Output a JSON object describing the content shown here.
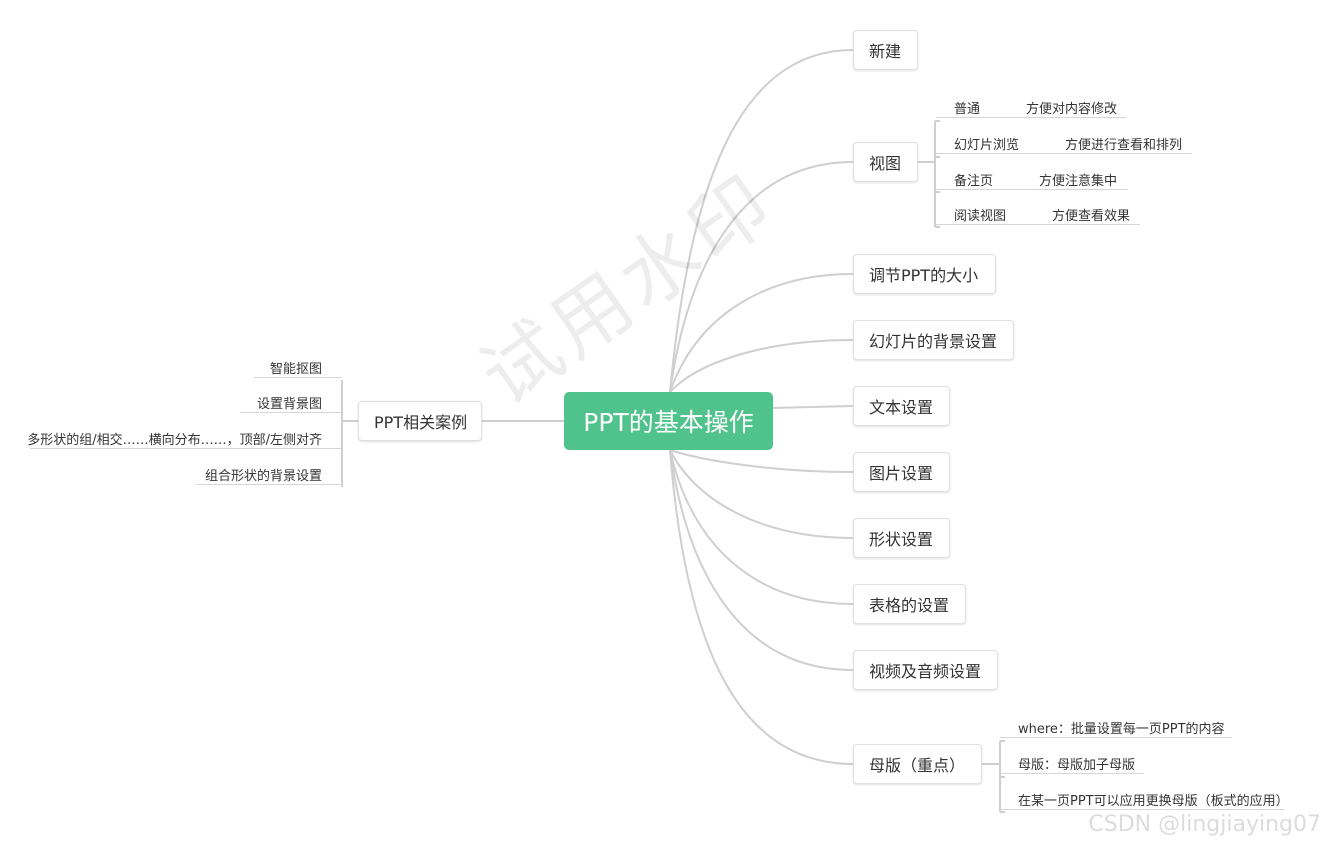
{
  "watermark": "试用水印",
  "credit": "CSDN @lingjiaying07",
  "root": "PPT的基本操作",
  "branches": {
    "new": "新建",
    "view": "视图",
    "size": "调节PPT的大小",
    "bg": "幻灯片的背景设置",
    "text": "文本设置",
    "image": "图片设置",
    "shape": "形状设置",
    "table": "表格的设置",
    "media": "视频及音频设置",
    "master": "母版（重点）",
    "cases": "PPT相关案例"
  },
  "view_items": [
    {
      "name": "普通",
      "desc": "方便对内容修改"
    },
    {
      "name": "幻灯片浏览",
      "desc": "方便进行查看和排列"
    },
    {
      "name": "备注页",
      "desc": "方便注意集中"
    },
    {
      "name": "阅读视图",
      "desc": "方便查看效果"
    }
  ],
  "master_items": [
    "where：批量设置每一页PPT的内容",
    "母版：母版加子母版",
    "在某一页PPT可以应用更换母版（板式的应用）"
  ],
  "case_items": [
    "智能抠图",
    "设置背景图",
    "多形状的组/相交……横向分布……，顶部/左侧对齐",
    "组合形状的背景设置"
  ]
}
